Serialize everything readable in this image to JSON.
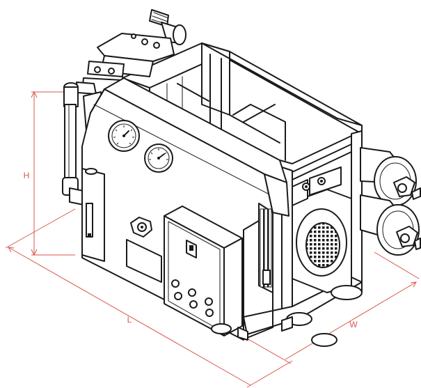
{
  "dimensions": {
    "height_label": "H",
    "length_label": "L",
    "width_label": "W"
  },
  "colors": {
    "dimension_lines": "#d9574a",
    "outline": "#1a1a1a",
    "background": "#ffffff"
  },
  "flowmeter_marks": [
    "",
    "",
    ""
  ]
}
